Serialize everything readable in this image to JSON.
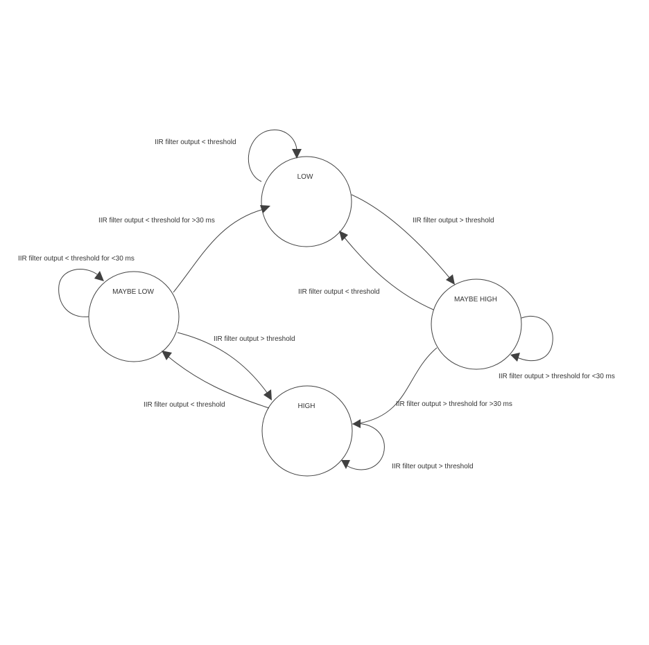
{
  "states": {
    "low": {
      "label": "LOW"
    },
    "maybe_high": {
      "label": "MAYBE HIGH"
    },
    "high": {
      "label": "HIGH"
    },
    "maybe_low": {
      "label": "MAYBE LOW"
    }
  },
  "transitions": {
    "low_self": {
      "from": "LOW",
      "to": "LOW",
      "label": "IIR filter output < threshold"
    },
    "low_to_maybe_high": {
      "from": "LOW",
      "to": "MAYBE HIGH",
      "label": "IIR filter output > threshold"
    },
    "maybe_high_to_low": {
      "from": "MAYBE HIGH",
      "to": "LOW",
      "label": "IIR filter output < threshold"
    },
    "maybe_high_self": {
      "from": "MAYBE HIGH",
      "to": "MAYBE HIGH",
      "label": "IIR filter output > threshold for <30 ms"
    },
    "maybe_high_to_high": {
      "from": "MAYBE HIGH",
      "to": "HIGH",
      "label": "IIR filter output > threshold for >30 ms"
    },
    "high_self": {
      "from": "HIGH",
      "to": "HIGH",
      "label": "IIR filter output > threshold"
    },
    "high_to_maybe_low": {
      "from": "HIGH",
      "to": "MAYBE LOW",
      "label": "IIR filter output < threshold"
    },
    "maybe_low_to_high": {
      "from": "MAYBE LOW",
      "to": "HIGH",
      "label": "IIR filter output > threshold"
    },
    "maybe_low_self": {
      "from": "MAYBE LOW",
      "to": "MAYBE LOW",
      "label": "IIR filter output < threshold for <30 ms"
    },
    "maybe_low_to_low": {
      "from": "MAYBE LOW",
      "to": "LOW",
      "label": "IIR filter output < threshold for >30 ms"
    }
  }
}
